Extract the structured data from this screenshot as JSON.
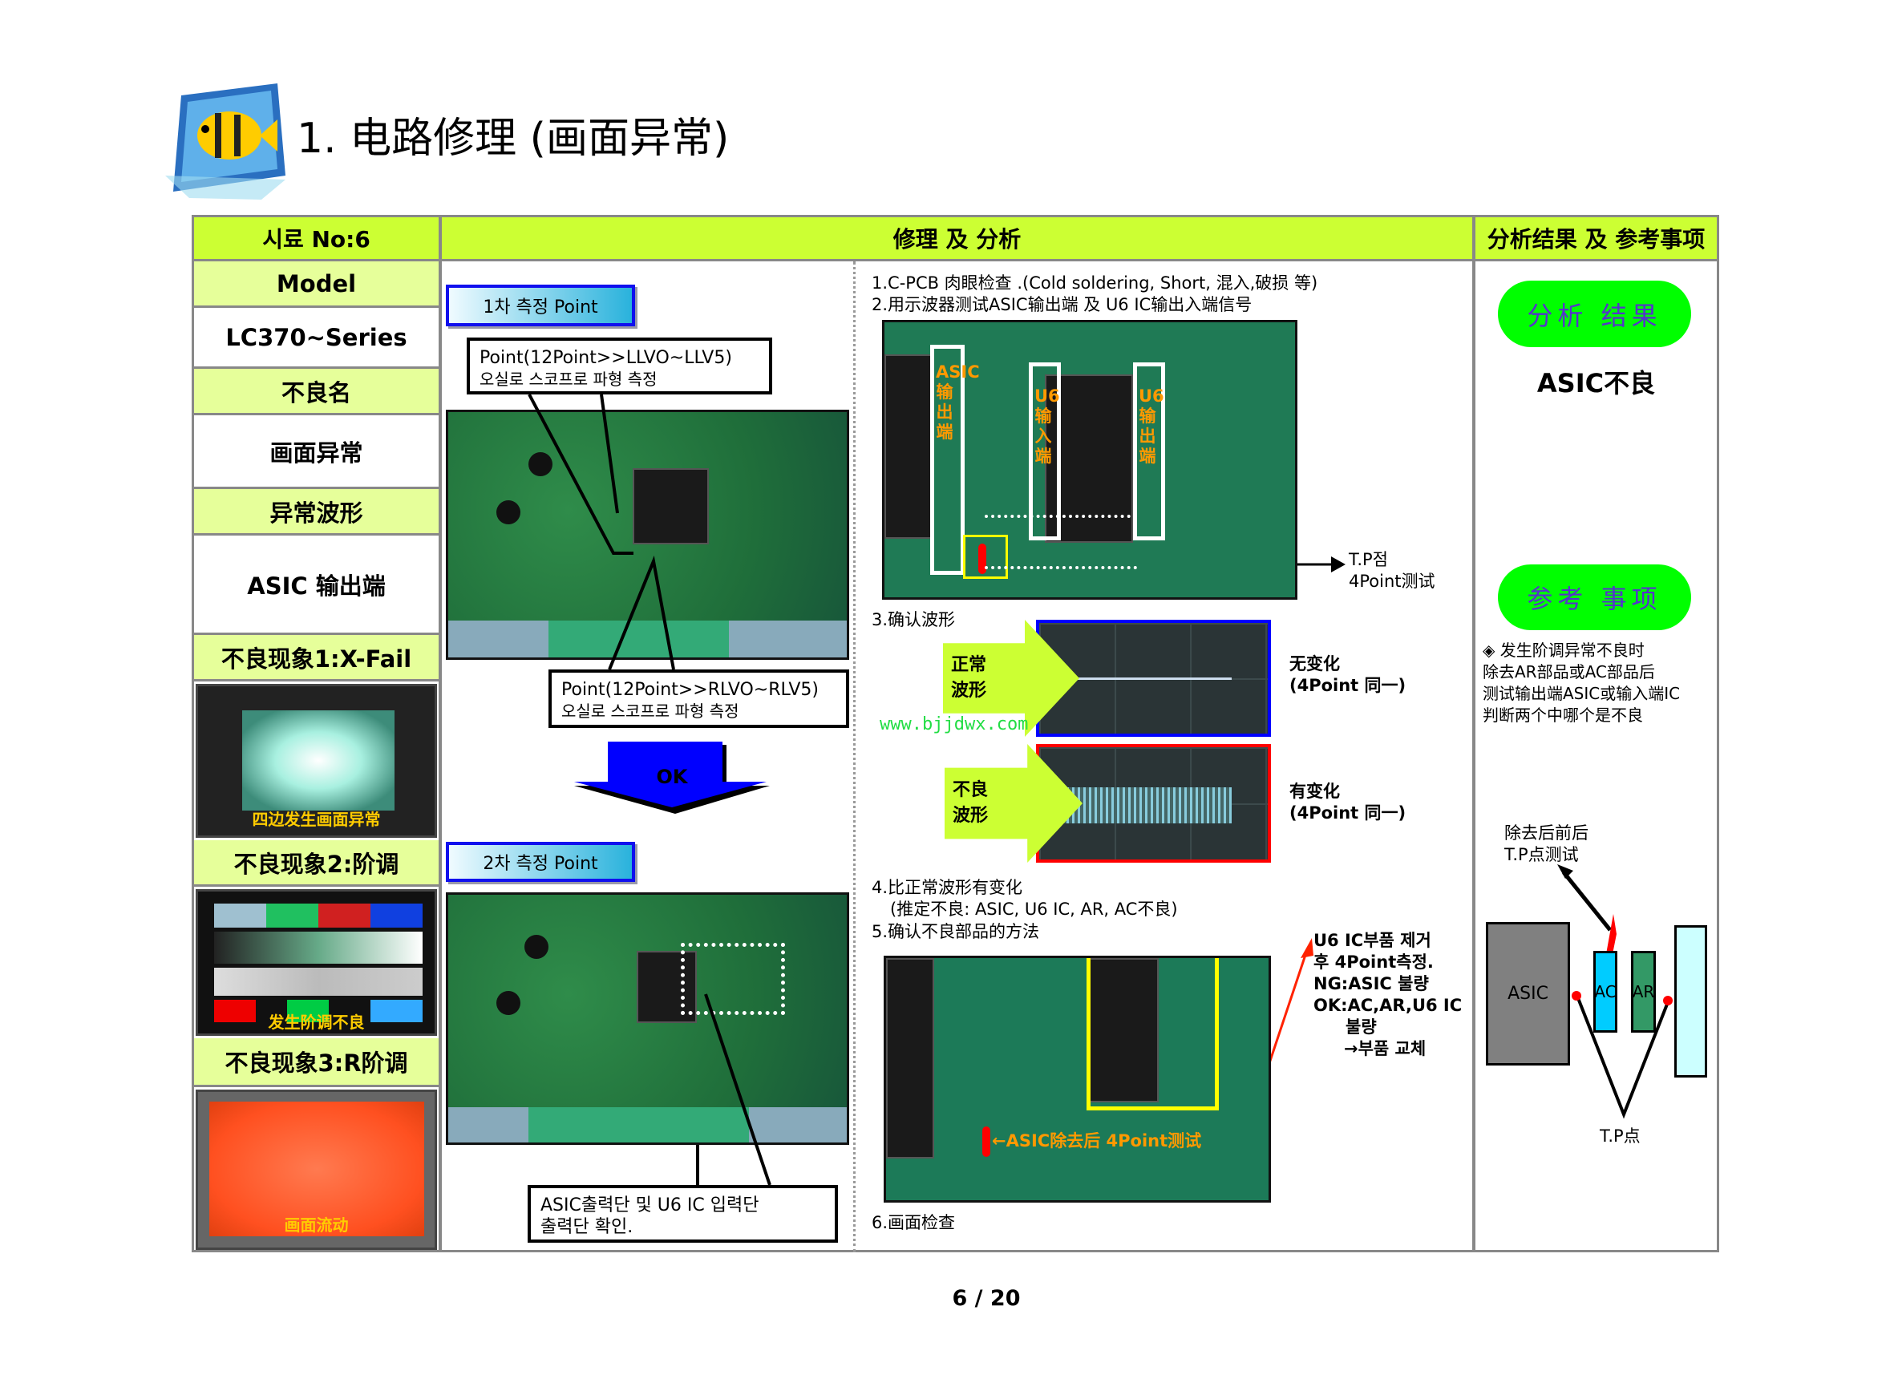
{
  "title": "1. 电路修理 (画面异常)",
  "table": {
    "col1_header": "시료 No:6",
    "col2_header": "修理 及 分析",
    "col3_header": "分析结果 及 参考事项"
  },
  "left": {
    "model_label": "Model",
    "model_value": "LC370~Series",
    "defect_name_label": "不良名",
    "defect_name_value": "画面异常",
    "waveform_label": "异常波形",
    "waveform_value": "ASIC 输出端",
    "symptom1_label": "不良现象1:X-Fail",
    "symptom1_caption": "四边发生画面异常",
    "symptom2_label": "不良现象2:阶调",
    "symptom2_caption": "发生阶调不良",
    "symptom3_label": "不良现象3:R阶调",
    "symptom3_caption": "画面流动"
  },
  "measure": {
    "first_point": "1차 측정 Point",
    "callout1_line1": "Point(12Point>>LLVO~LLV5)",
    "callout1_line2": "오실로 스코프로 파형 측정",
    "callout2_line1": "Point(12Point>>RLVO~RLV5)",
    "callout2_line2": "오실로 스코프로 파형 측정",
    "ok_label": "OK",
    "second_point": "2차 측정 Point",
    "callout3_line1": "ASIC출력단 및 U6 IC 입력단",
    "callout3_line2": "출력단 확인."
  },
  "analysis": {
    "step1": "1.C-PCB 肉眼检查 .(Cold soldering, Short, 混入,破损 等)",
    "step2": "2.用示波器测试ASIC输出端 及 U6 IC输出入端信号",
    "pcb_labels": {
      "asic_out": "ASIC输出端",
      "u6_in": "U6输入端",
      "u6_out": "U6输出端"
    },
    "tp_label": "T.P점",
    "tp_sub": "4Point测试",
    "step3": "3.确认波形",
    "normal_label_1": "正常",
    "normal_label_2": "波形",
    "normal_result_1": "无变化",
    "normal_result_2": "(4Point 同一)",
    "bad_label_1": "不良",
    "bad_label_2": "波形",
    "bad_result_1": "有变化",
    "bad_result_2": "(4Point 同一)",
    "watermark": "www.bjjdwx.com",
    "step4": "4.比正常波形有变化",
    "step4_sub": "(推定不良: ASIC, U6 IC, AR, AC不良)",
    "step5": "5.确认不良部品的方法",
    "asic_removed": "←ASIC除去后 4Point测试",
    "note_lines": [
      "U6 IC부품 제거",
      "후 4Point측정.",
      "NG:ASIC 불량",
      "OK:AC,AR,U6 IC",
      "불량",
      "→부품 교체"
    ],
    "step6": "6.画面检查"
  },
  "result": {
    "result_pill": "分析 结果",
    "result_value": "ASIC不良",
    "ref_pill": "参考 事项",
    "ref_lines": [
      "◈ 发生阶调异常不良时",
      "除去AR部品或AC部品后",
      "测试输出端ASIC或输入端IC",
      "判断两个中哪个是不良"
    ],
    "diagram_caption_1": "除去后前后",
    "diagram_caption_2": "T.P点测试",
    "asic": "ASIC",
    "ac": "AC",
    "ar": "AR",
    "tp": "T.P点"
  },
  "page_number": "6 / 20",
  "colors": {
    "header": "#ccff33",
    "label": "#e6ff9a",
    "pill": "#00ff00",
    "border": "#888888"
  }
}
